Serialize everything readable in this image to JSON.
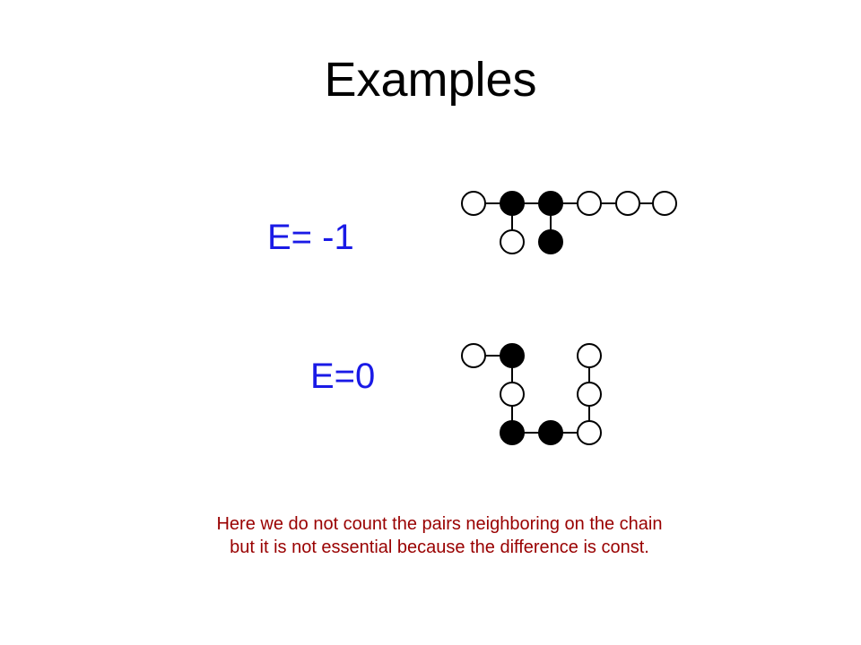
{
  "slide": {
    "title": "Examples",
    "note_lines": [
      "Here we do not count the pairs neighboring on the chain",
      "but it is not essential because the difference is const."
    ]
  },
  "colors": {
    "energy_label": "#1a1ae6",
    "note_text": "#990000",
    "filled_monomer": "#000000",
    "empty_monomer": "#ffffff"
  },
  "examples": [
    {
      "label": "E= -1",
      "energy": -1
    },
    {
      "label": "E=0",
      "energy": 0
    }
  ]
}
